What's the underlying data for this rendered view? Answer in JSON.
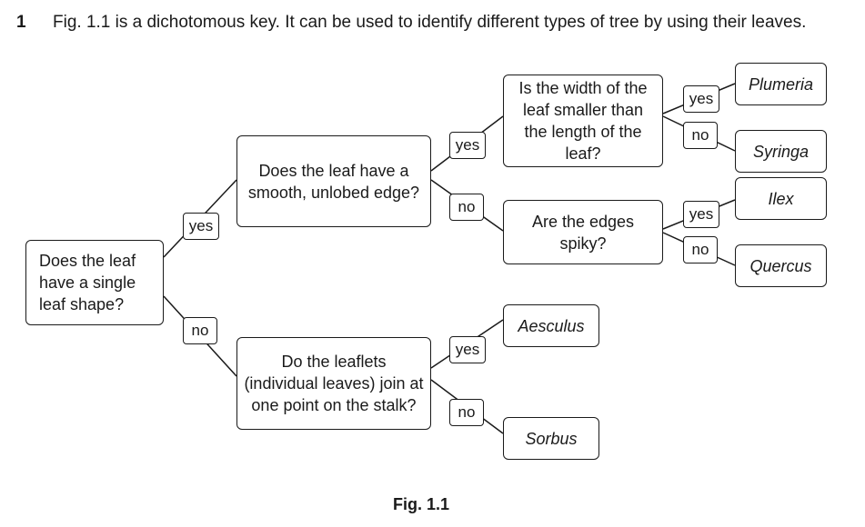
{
  "question": {
    "number": "1",
    "intro": "Fig. 1.1 is a dichotomous key. It can be used to identify different types of tree by using their leaves."
  },
  "questions": {
    "q1": "Does the leaf have a single leaf shape?",
    "q2": "Does the leaf have a smooth, unlobed edge?",
    "q3": "Do the leaflets (individual leaves) join at one point on the stalk?",
    "q4": "Is the width of the leaf smaller than the length of the leaf?",
    "q5": "Are the edges spiky?"
  },
  "answers": {
    "yes": "yes",
    "no": "no"
  },
  "trees": {
    "plumeria": "Plumeria",
    "syringa": "Syringa",
    "ilex": "Ilex",
    "quercus": "Quercus",
    "aesculus": "Aesculus",
    "sorbus": "Sorbus"
  },
  "caption": "Fig. 1.1"
}
